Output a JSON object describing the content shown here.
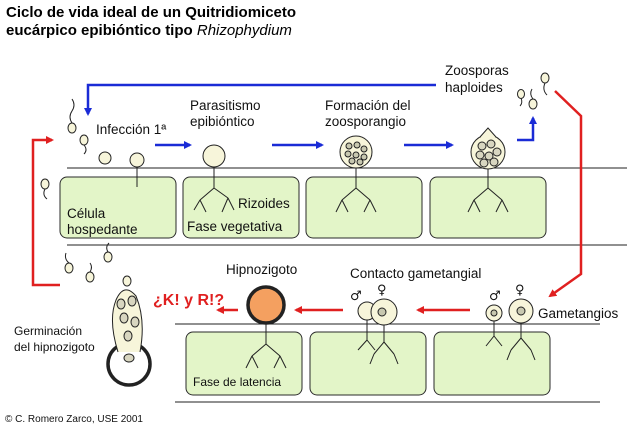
{
  "title": {
    "line1": "Ciclo de vida ideal de un Quitridiomiceto",
    "line2_prefix": "eucárpico epibióntico tipo",
    "line2_italic": "Rhizophydium"
  },
  "labels": {
    "infeccion": "Infección 1ª",
    "parasitismo_1": "Parasitismo",
    "parasitismo_2": "epibióntico",
    "formacion_1": "Formación del",
    "formacion_2": "zoosporangio",
    "zoosporas_1": "Zoosporas",
    "zoosporas_2": "haploides",
    "celula_1": "Célula",
    "celula_2": "hospedante",
    "rizoides": "Rizoides",
    "fase_vegetativa": "Fase vegetativa",
    "hipnozigoto": "Hipnozigoto",
    "contacto": "Contacto gametangial",
    "gametangios": "Gametangios",
    "pregunta": "¿K! y R!?",
    "germinacion_1": "Germinación",
    "germinacion_2": "del hipnozigoto",
    "fase_latencia": "Fase de latencia",
    "male_symbol": "♂",
    "female_symbol": "♀"
  },
  "copyright": "© C. Romero Zarco, USE 2001",
  "colors": {
    "cell_fill": "#e3f5c8",
    "cell_stroke": "#2a2a2a",
    "blue_arrow": "#1a2bd6",
    "red_arrow": "#e02020",
    "hypnozygote_fill": "#f4a060",
    "sporangium_fill": "#f7f5da"
  }
}
